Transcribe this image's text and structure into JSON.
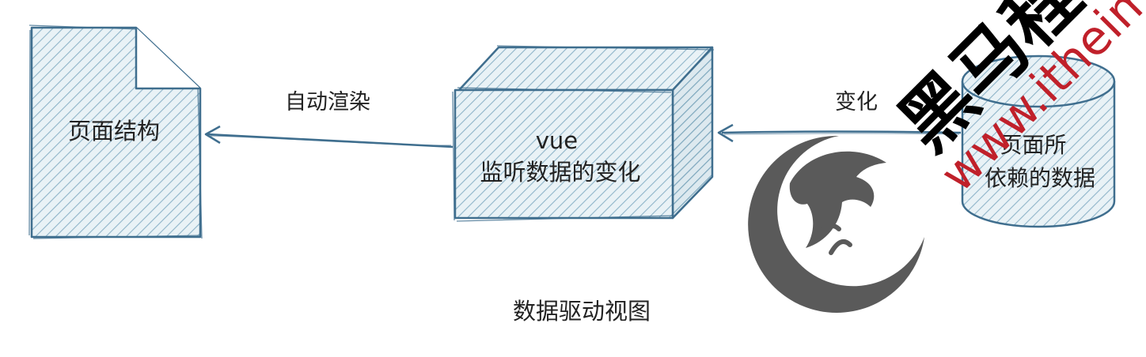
{
  "diagram": {
    "nodes": {
      "page_structure": {
        "label": "页面结构"
      },
      "vue_box": {
        "label_lines": [
          "vue",
          "监听数据的变化"
        ]
      },
      "data_store": {
        "label_lines": [
          "页面所",
          "依赖的数据"
        ]
      }
    },
    "edges": {
      "vue_to_page": {
        "label": "自动渲染"
      },
      "data_to_vue": {
        "label": "变化"
      }
    },
    "caption": "数据驱动视图"
  },
  "watermark": {
    "brand_text": "黑马程",
    "url_text": "www.itheima",
    "colors": {
      "url": "#c0202a",
      "brand": "#000000",
      "logo": "#5a5a5a"
    }
  },
  "colors": {
    "stroke": "#3f6e8e",
    "hatch": "#8fb5c9",
    "fill_bg": "#e9f2f6"
  }
}
